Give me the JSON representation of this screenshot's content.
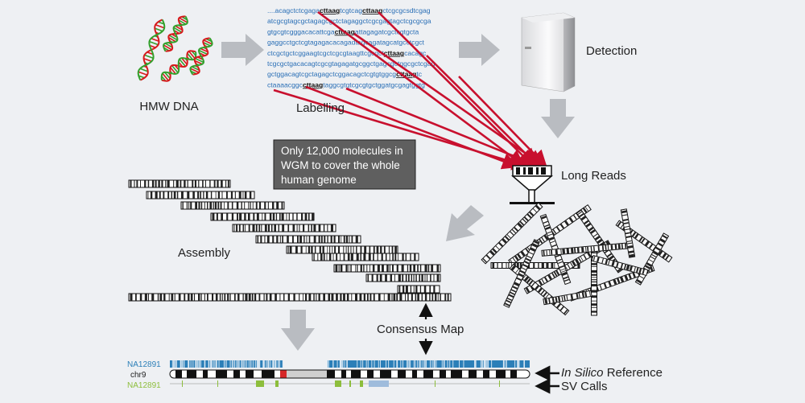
{
  "labels": {
    "hmw_dna": "HMW DNA",
    "labelling": "Labelling",
    "detection": "Detection",
    "long_reads": "Long Reads",
    "assembly": "Assembly",
    "consensus_map": "Consensus Map",
    "in_silico_italic": "In Silico",
    "in_silico_rest": " Reference",
    "sv_calls": "SV Calls",
    "callout_line1": "Only 12,000 molecules in",
    "callout_line2": "WGM to cover the whole",
    "callout_line3": "human genome",
    "track_sample_1": "NA12891",
    "track_chrom": "chr9",
    "track_sample_2": "NA12891"
  },
  "sequence": {
    "motif": "cttaag",
    "lines": [
      [
        "....acagctctcgaga",
        "cttaag",
        "tcgtcag",
        "cttaag",
        "ctcgcgcsdtcgag"
      ],
      [
        "atcgcgtagcgctagagcgctctagaggctcgcgagtagctcgcgcga"
      ],
      [
        "gtgcgtcgggacacattcga",
        "cttaag",
        "attagagatcgctcgtgcta"
      ],
      [
        "gaggcctgctcgtagagacacagadtagcagatagcatgcctcgct"
      ],
      [
        "ctcgctgctcggaagtcgctcgcgtaagttcgcgct",
        "cttaag",
        "cacagc"
      ],
      [
        "tcgcgctgacacagtcgcgtagagatgcggctgagcgctggcgctcgag"
      ],
      [
        "gctggacagtcgctagagctcggacagctcgtgtggcg",
        "cttaag",
        "tc"
      ],
      [
        "ctaaaacggc",
        "cttaag",
        "taggcgtgtcgcgtgctggatgcgagtggtg"
      ]
    ]
  },
  "colors": {
    "arrow_gray": "#b9bcc1",
    "red_arrow": "#c8102e",
    "dna_red": "#d7191c",
    "dna_green": "#33a02c",
    "track_blue": "#2c7fb8",
    "track_green": "#8dbe3c",
    "centromere_red": "#d62728"
  }
}
